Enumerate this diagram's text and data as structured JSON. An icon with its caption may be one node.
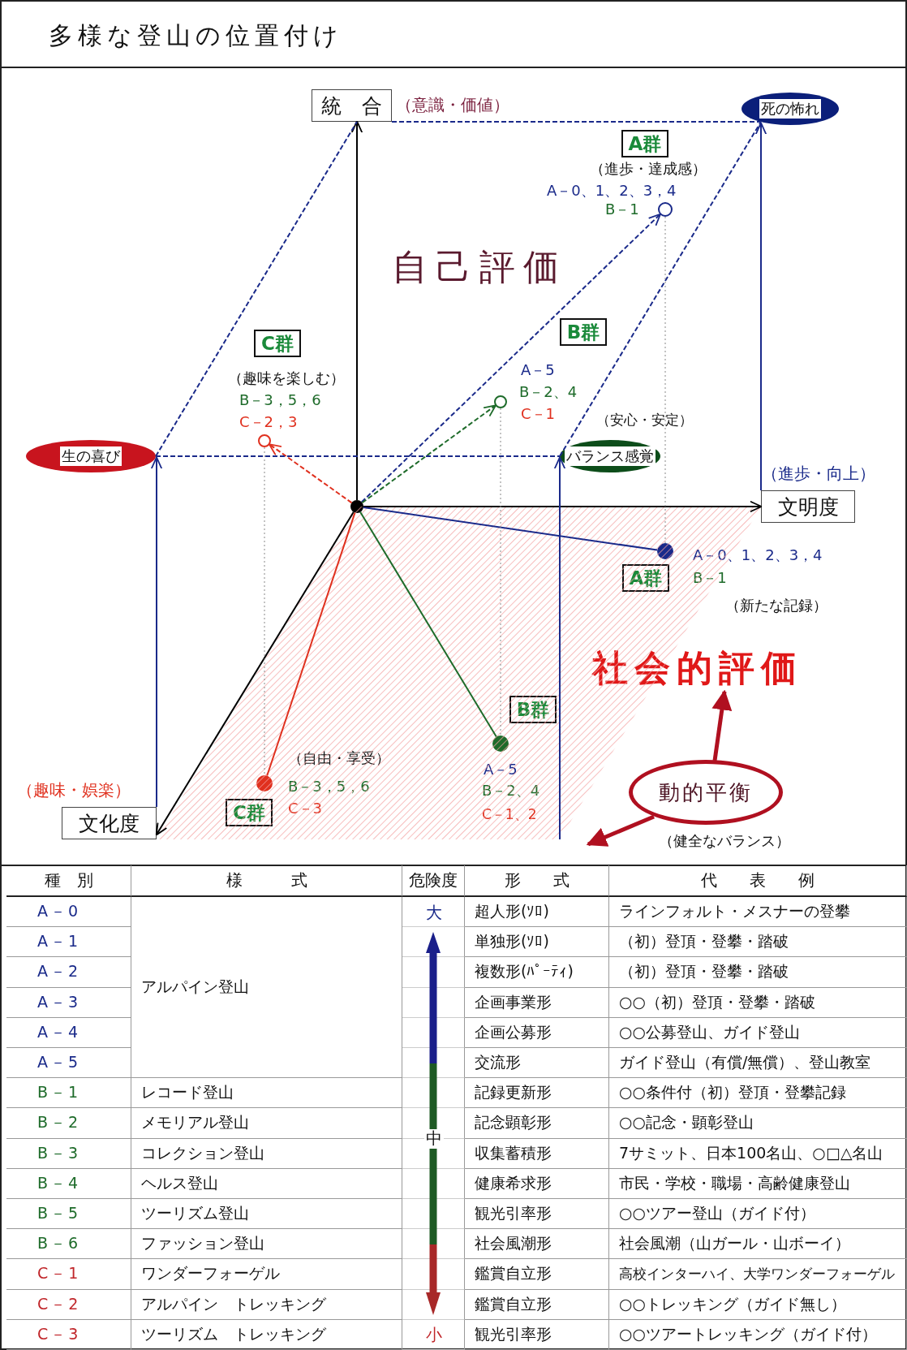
{
  "diagram": {
    "title": "多様な登山の位置付け",
    "nodes": [
      {
        "text": [
          "統　合"
        ],
        "beside": [
          "（意識・価値）"
        ]
      },
      {
        "text": [
          "死の怖れ"
        ]
      },
      {
        "text": [
          "A群"
        ]
      },
      {
        "text": [],
        "shape": "circle",
        "beside": [
          "（進歩・達成感）",
          "A－0、1、2、3，4",
          "B－1"
        ]
      },
      {
        "text": [
          "C群"
        ]
      },
      {
        "text": [
          "B群"
        ]
      },
      {
        "text": [],
        "shape": "circle",
        "beside": [
          "A－5",
          "B－2、4",
          "C－1"
        ]
      },
      {
        "text": [],
        "shape": "circle",
        "beside": [
          "（趣味を楽しむ）",
          "B－3，5，6",
          "C－2，3"
        ]
      },
      {
        "text": [
          "生の喜び"
        ]
      },
      {
        "text": [
          "バランス感覚"
        ]
      },
      {
        "text": [],
        "shape": "circle"
      },
      {
        "text": [
          "文明度"
        ],
        "beside": [
          "（進歩・向上）"
        ]
      },
      {
        "text": [],
        "shape": "circle",
        "beside": [
          "A－0、1、2、3，4",
          "B－1",
          "（新たな記録）"
        ]
      },
      {
        "text": [
          "A群"
        ]
      },
      {
        "text": [
          "社会的評価"
        ]
      },
      {
        "text": [
          "B群"
        ]
      },
      {
        "text": [],
        "shape": "circle",
        "beside": [
          "A－5",
          "B－2、4",
          "C－1、2"
        ]
      },
      {
        "text": [],
        "shape": "circle",
        "beside": [
          "（自由・享受）",
          "B－3，5，6",
          "C－3"
        ]
      },
      {
        "text": [
          "文化度"
        ],
        "beside": [
          "（趣味・娯楽）"
        ]
      },
      {
        "text": [
          "C群"
        ]
      },
      {
        "text": [
          "動的平衡"
        ],
        "beside": [
          "（健全なバランス）"
        ]
      }
    ],
    "edges": [
      {
        "from": 10,
        "to": 0,
        "arrow": "to",
        "color": "#000000"
      },
      {
        "from": 10,
        "to": 11,
        "arrow": "to",
        "color": "#000000"
      },
      {
        "from": 10,
        "to": 18,
        "arrow": "to",
        "color": "#000000"
      },
      {
        "from": 10,
        "to": 3,
        "arrow": "to",
        "style": "dashed"
      },
      {
        "from": 10,
        "to": 6,
        "arrow": "to",
        "style": "dashed",
        "color": "#1e6b2a"
      },
      {
        "from": 10,
        "to": 7,
        "arrow": "to",
        "style": "dashed",
        "color": "#e0301e"
      },
      {
        "from": 10,
        "to": 12,
        "arrow": "none"
      },
      {
        "from": 10,
        "to": 16,
        "arrow": "none",
        "color": "#1e6b2a"
      },
      {
        "from": 10,
        "to": 17,
        "arrow": "none",
        "color": "#e0301e"
      },
      {
        "from": 8,
        "to": 0,
        "arrow": "none",
        "style": "dashed"
      },
      {
        "from": 0,
        "to": 1,
        "arrow": "none",
        "style": "dashed"
      },
      {
        "from": 8,
        "to": 9,
        "arrow": "none",
        "style": "dashed"
      },
      {
        "from": 9,
        "to": 1,
        "arrow": "none",
        "style": "dashed"
      },
      {
        "from": 18,
        "to": 8,
        "arrow": "to"
      },
      {
        "from": null,
        "to": 9,
        "arrow": "to"
      },
      {
        "from": 11,
        "to": 1,
        "arrow": "to"
      },
      {
        "from": 7,
        "to": 17,
        "arrow": "none",
        "style": "dashed",
        "color": "#888888"
      },
      {
        "from": 6,
        "to": 16,
        "arrow": "none",
        "style": "dashed",
        "color": "#888888"
      },
      {
        "from": 3,
        "to": 12,
        "arrow": "none",
        "style": "dashed",
        "color": "#888888"
      },
      {
        "from": 20,
        "to": 14,
        "arrow": "to",
        "style": "thick",
        "color": "#b01020"
      },
      {
        "from": 20,
        "to": null,
        "arrow": "to",
        "style": "thick",
        "color": "#b01020"
      }
    ],
    "labels": [
      "自己評価",
      "（安心・安定）",
      "種　別",
      "様　　　式",
      "危険度",
      "形　　式",
      "代　　表　　例",
      "A－0",
      "アルパイン登山",
      "大",
      "超人形(ｿﾛ)",
      "ラインフォルト・メスナーの登攀",
      "A－1",
      "単独形(ｿﾛ)",
      "（初）登頂・登攀・踏破",
      "A－2",
      "複数形(ﾊﾟｰﾃｨ)",
      "（初）登頂・登攀・踏破",
      "A－3",
      "企画事業形",
      "○○（初）登頂・登攀・踏破",
      "A－4",
      "企画公募形",
      "○○公募登山、ガイド登山",
      "A－5",
      "交流形",
      "ガイド登山（有償/無償）、登山教室",
      "B－1",
      "レコード登山",
      "記録更新形",
      "○○条件付（初）登頂・登攀記録",
      "B－2",
      "メモリアル登山",
      "記念顕彰形",
      "○○記念・顕彰登山",
      "B－3",
      "コレクション登山",
      "中",
      "収集蓄積形",
      "7サミット、日本100名山、○□△名山",
      "B－4",
      "ヘルス登山",
      "健康希求形",
      "市民・学校・職場・高齢健康登山",
      "B－5",
      "ツーリズム登山",
      "観光引率形",
      "○○ツアー登山（ガイド付）",
      "B－6",
      "ファッション登山",
      "社会風潮形",
      "社会風潮（山ガール・山ボーイ）",
      "C－1",
      "ワンダーフォーゲル",
      "鑑賞自立形",
      "高校インターハイ、大学ワンダーフォーゲル",
      "C－2",
      "アルパイン　トレッキング",
      "鑑賞自立形",
      "○○トレッキング（ガイド無し）",
      "C－3",
      "ツーリズム　トレッキング",
      "小",
      "観光引率形",
      "○○ツアートレッキング（ガイド付）"
    ]
  }
}
